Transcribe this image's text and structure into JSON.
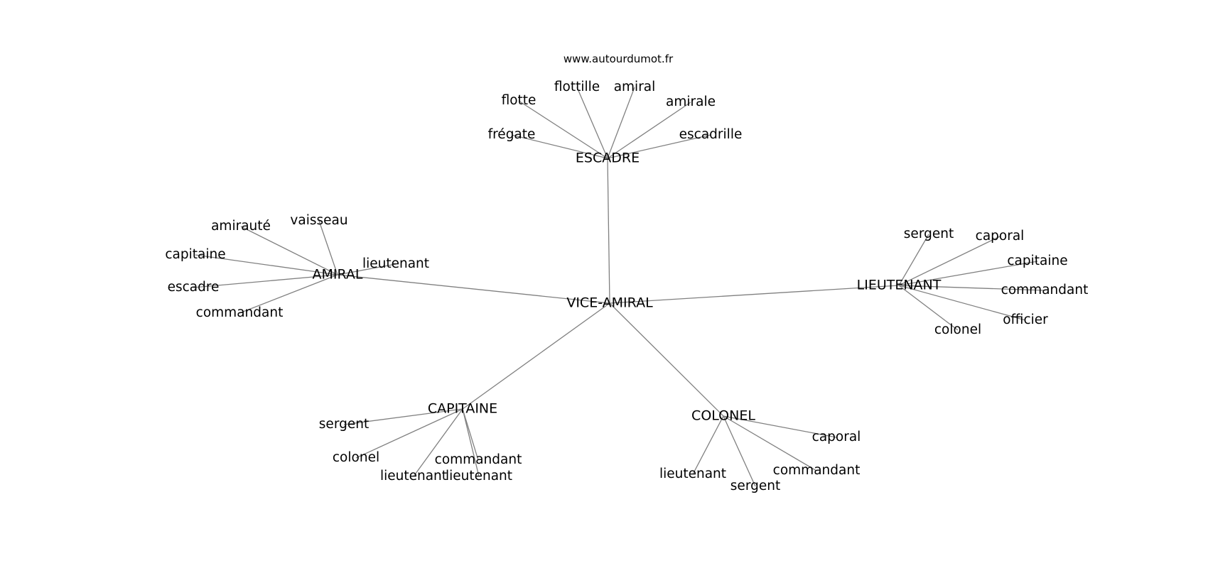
{
  "source": "www.autourdumot.fr",
  "center": "VICE-AMIRAL",
  "hubs": [
    {
      "id": "escadre",
      "label": "ESCADRE",
      "words": [
        "frégate",
        "flotte",
        "flottille",
        "amiral",
        "amirale",
        "escadrille"
      ]
    },
    {
      "id": "amiral",
      "label": "AMIRAL",
      "words": [
        "amirauté",
        "vaisseau",
        "capitaine",
        "lieutenant",
        "escadre",
        "commandant"
      ]
    },
    {
      "id": "lieutenant",
      "label": "LIEUTENANT",
      "words": [
        "sergent",
        "caporal",
        "capitaine",
        "commandant",
        "officier",
        "colonel"
      ]
    },
    {
      "id": "capitaine",
      "label": "CAPITAINE",
      "words": [
        "sergent",
        "colonel",
        "commandant",
        "lieutenant",
        "lieutenant"
      ]
    },
    {
      "id": "colonel",
      "label": "COLONEL",
      "words": [
        "caporal",
        "commandant",
        "lieutenant",
        "sergent"
      ]
    }
  ]
}
